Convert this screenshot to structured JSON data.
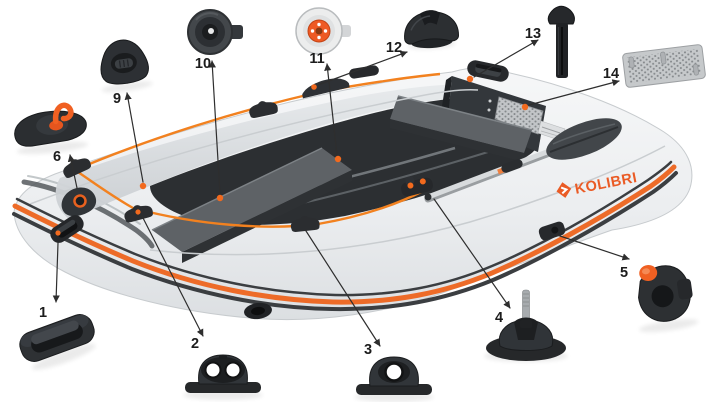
{
  "brand": {
    "name": "KOLIBRI"
  },
  "colors": {
    "accent_orange": "#ea5b25",
    "rope_orange": "#f2811f",
    "stripe_orange": "#ed6b28",
    "hull_light": "#eef0f2",
    "hull_shadow": "#d6dadd",
    "interior_dark": "#2c2f32",
    "bench_gray": "#5e6266",
    "plate_silver": "#c2c5c8",
    "callout_line": "#2e2e2e",
    "background": "#ffffff"
  },
  "callouts": [
    {
      "num": "1",
      "part": "bow-carry-handle"
    },
    {
      "num": "2",
      "part": "double-eye-rope-guide"
    },
    {
      "num": "3",
      "part": "single-eye-rope-guide"
    },
    {
      "num": "4",
      "part": "oarlock-pin-mount"
    },
    {
      "num": "5",
      "part": "oar-holder-clamp"
    },
    {
      "num": "6",
      "part": "anchor-rope-hook"
    },
    {
      "num": "9",
      "part": "triangular-handle-fitting"
    },
    {
      "num": "10",
      "part": "air-valve-dark"
    },
    {
      "num": "11",
      "part": "air-valve-orange-cap"
    },
    {
      "num": "12",
      "part": "paddle-holder-clip"
    },
    {
      "num": "13",
      "part": "transom-corner-profile"
    },
    {
      "num": "14",
      "part": "transom-mounting-plate"
    }
  ]
}
